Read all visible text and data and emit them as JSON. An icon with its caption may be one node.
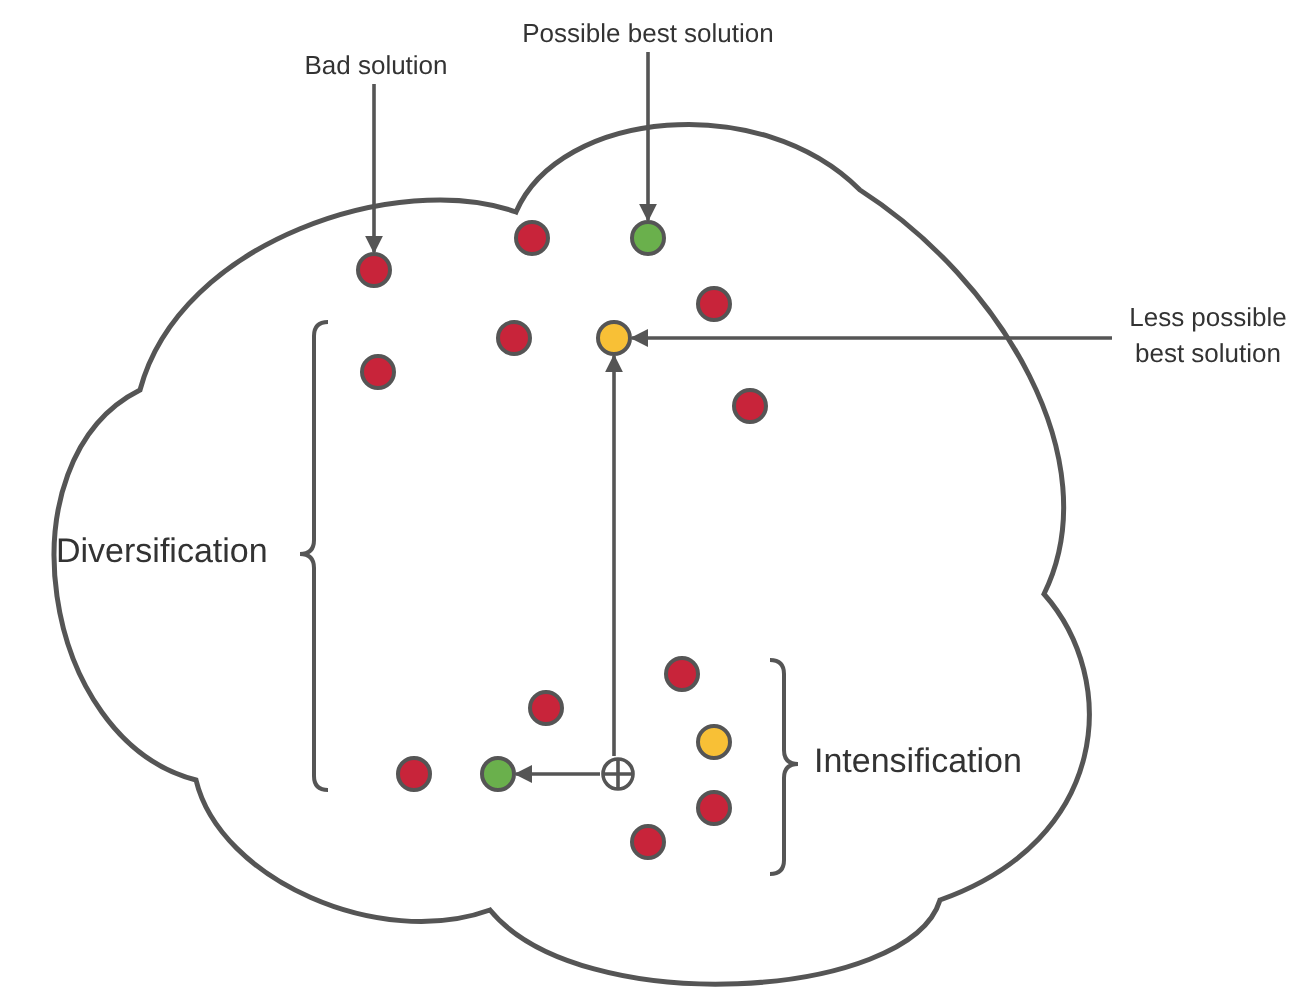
{
  "diagram": {
    "nodes": [
      {
        "text": [],
        "shape": "cloud"
      },
      {
        "text": [
          "Bad solution"
        ]
      },
      {
        "text": [
          "Possible best solution"
        ]
      },
      {
        "text": [
          "Less possible best solution"
        ]
      },
      {
        "text": [],
        "shape": "circle",
        "in": 0
      },
      {
        "text": [],
        "shape": "circle",
        "in": 0
      },
      {
        "text": [],
        "shape": "circle",
        "in": 0
      },
      {
        "text": [],
        "shape": "circle",
        "in": 0
      },
      {
        "text": [],
        "shape": "circle",
        "in": 0
      },
      {
        "text": [],
        "shape": "circle",
        "in": 0
      },
      {
        "text": [],
        "shape": "circle",
        "in": 0
      },
      {
        "text": [],
        "shape": "circle",
        "in": 0
      },
      {
        "text": [],
        "shape": "circle",
        "in": 0
      },
      {
        "text": [],
        "shape": "circle",
        "in": 0
      },
      {
        "text": [],
        "shape": "circle",
        "in": 0
      },
      {
        "text": [],
        "shape": "circle",
        "in": 0
      },
      {
        "text": [],
        "shape": "circle",
        "in": 0
      },
      {
        "text": [],
        "shape": "circle",
        "in": 0
      },
      {
        "text": [],
        "shape": "circle",
        "in": 0
      },
      {
        "text": [],
        "shape": "circle",
        "in": 0
      }
    ],
    "edges": [
      {
        "from": 1,
        "to": 6,
        "arrow": "to"
      },
      {
        "from": 2,
        "to": 5,
        "arrow": "to"
      },
      {
        "from": 3,
        "to": 9,
        "arrow": "to"
      },
      {
        "from": 17,
        "to": 9,
        "arrow": "to"
      },
      {
        "from": 17,
        "to": 16,
        "arrow": "to"
      }
    ],
    "labels": [
      "Diversification",
      "Intensification"
    ]
  }
}
